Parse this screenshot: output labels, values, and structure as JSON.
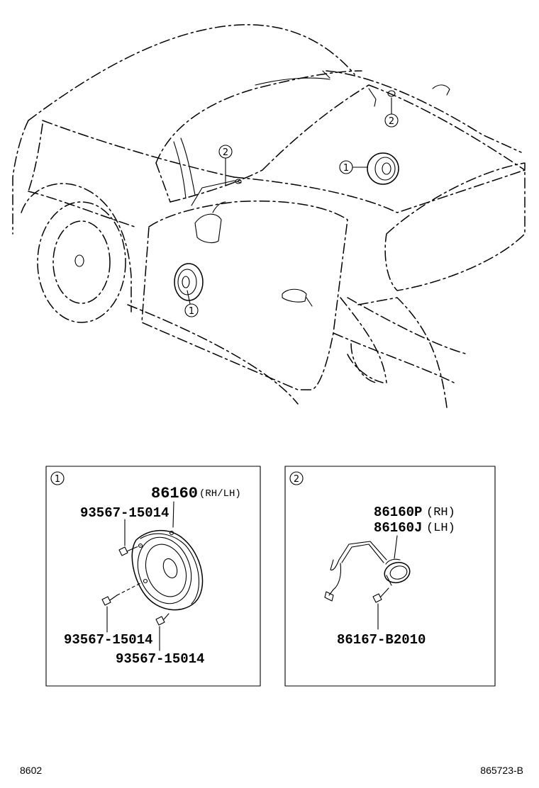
{
  "callouts": {
    "one": "1",
    "two": "2"
  },
  "panel1": {
    "number": "1",
    "main_part": "86160",
    "main_suffix": "(RH/LH)",
    "screw_top": "93567-15014",
    "screw_left": "93567-15014",
    "screw_bottom": "93567-15014"
  },
  "panel2": {
    "number": "2",
    "part_rh": "86160P",
    "suffix_rh": "(RH)",
    "part_lh": "86160J",
    "suffix_lh": "(LH)",
    "screw": "86167-B2010"
  },
  "footer": {
    "left_code": "8602",
    "right_code": "865723-B"
  }
}
